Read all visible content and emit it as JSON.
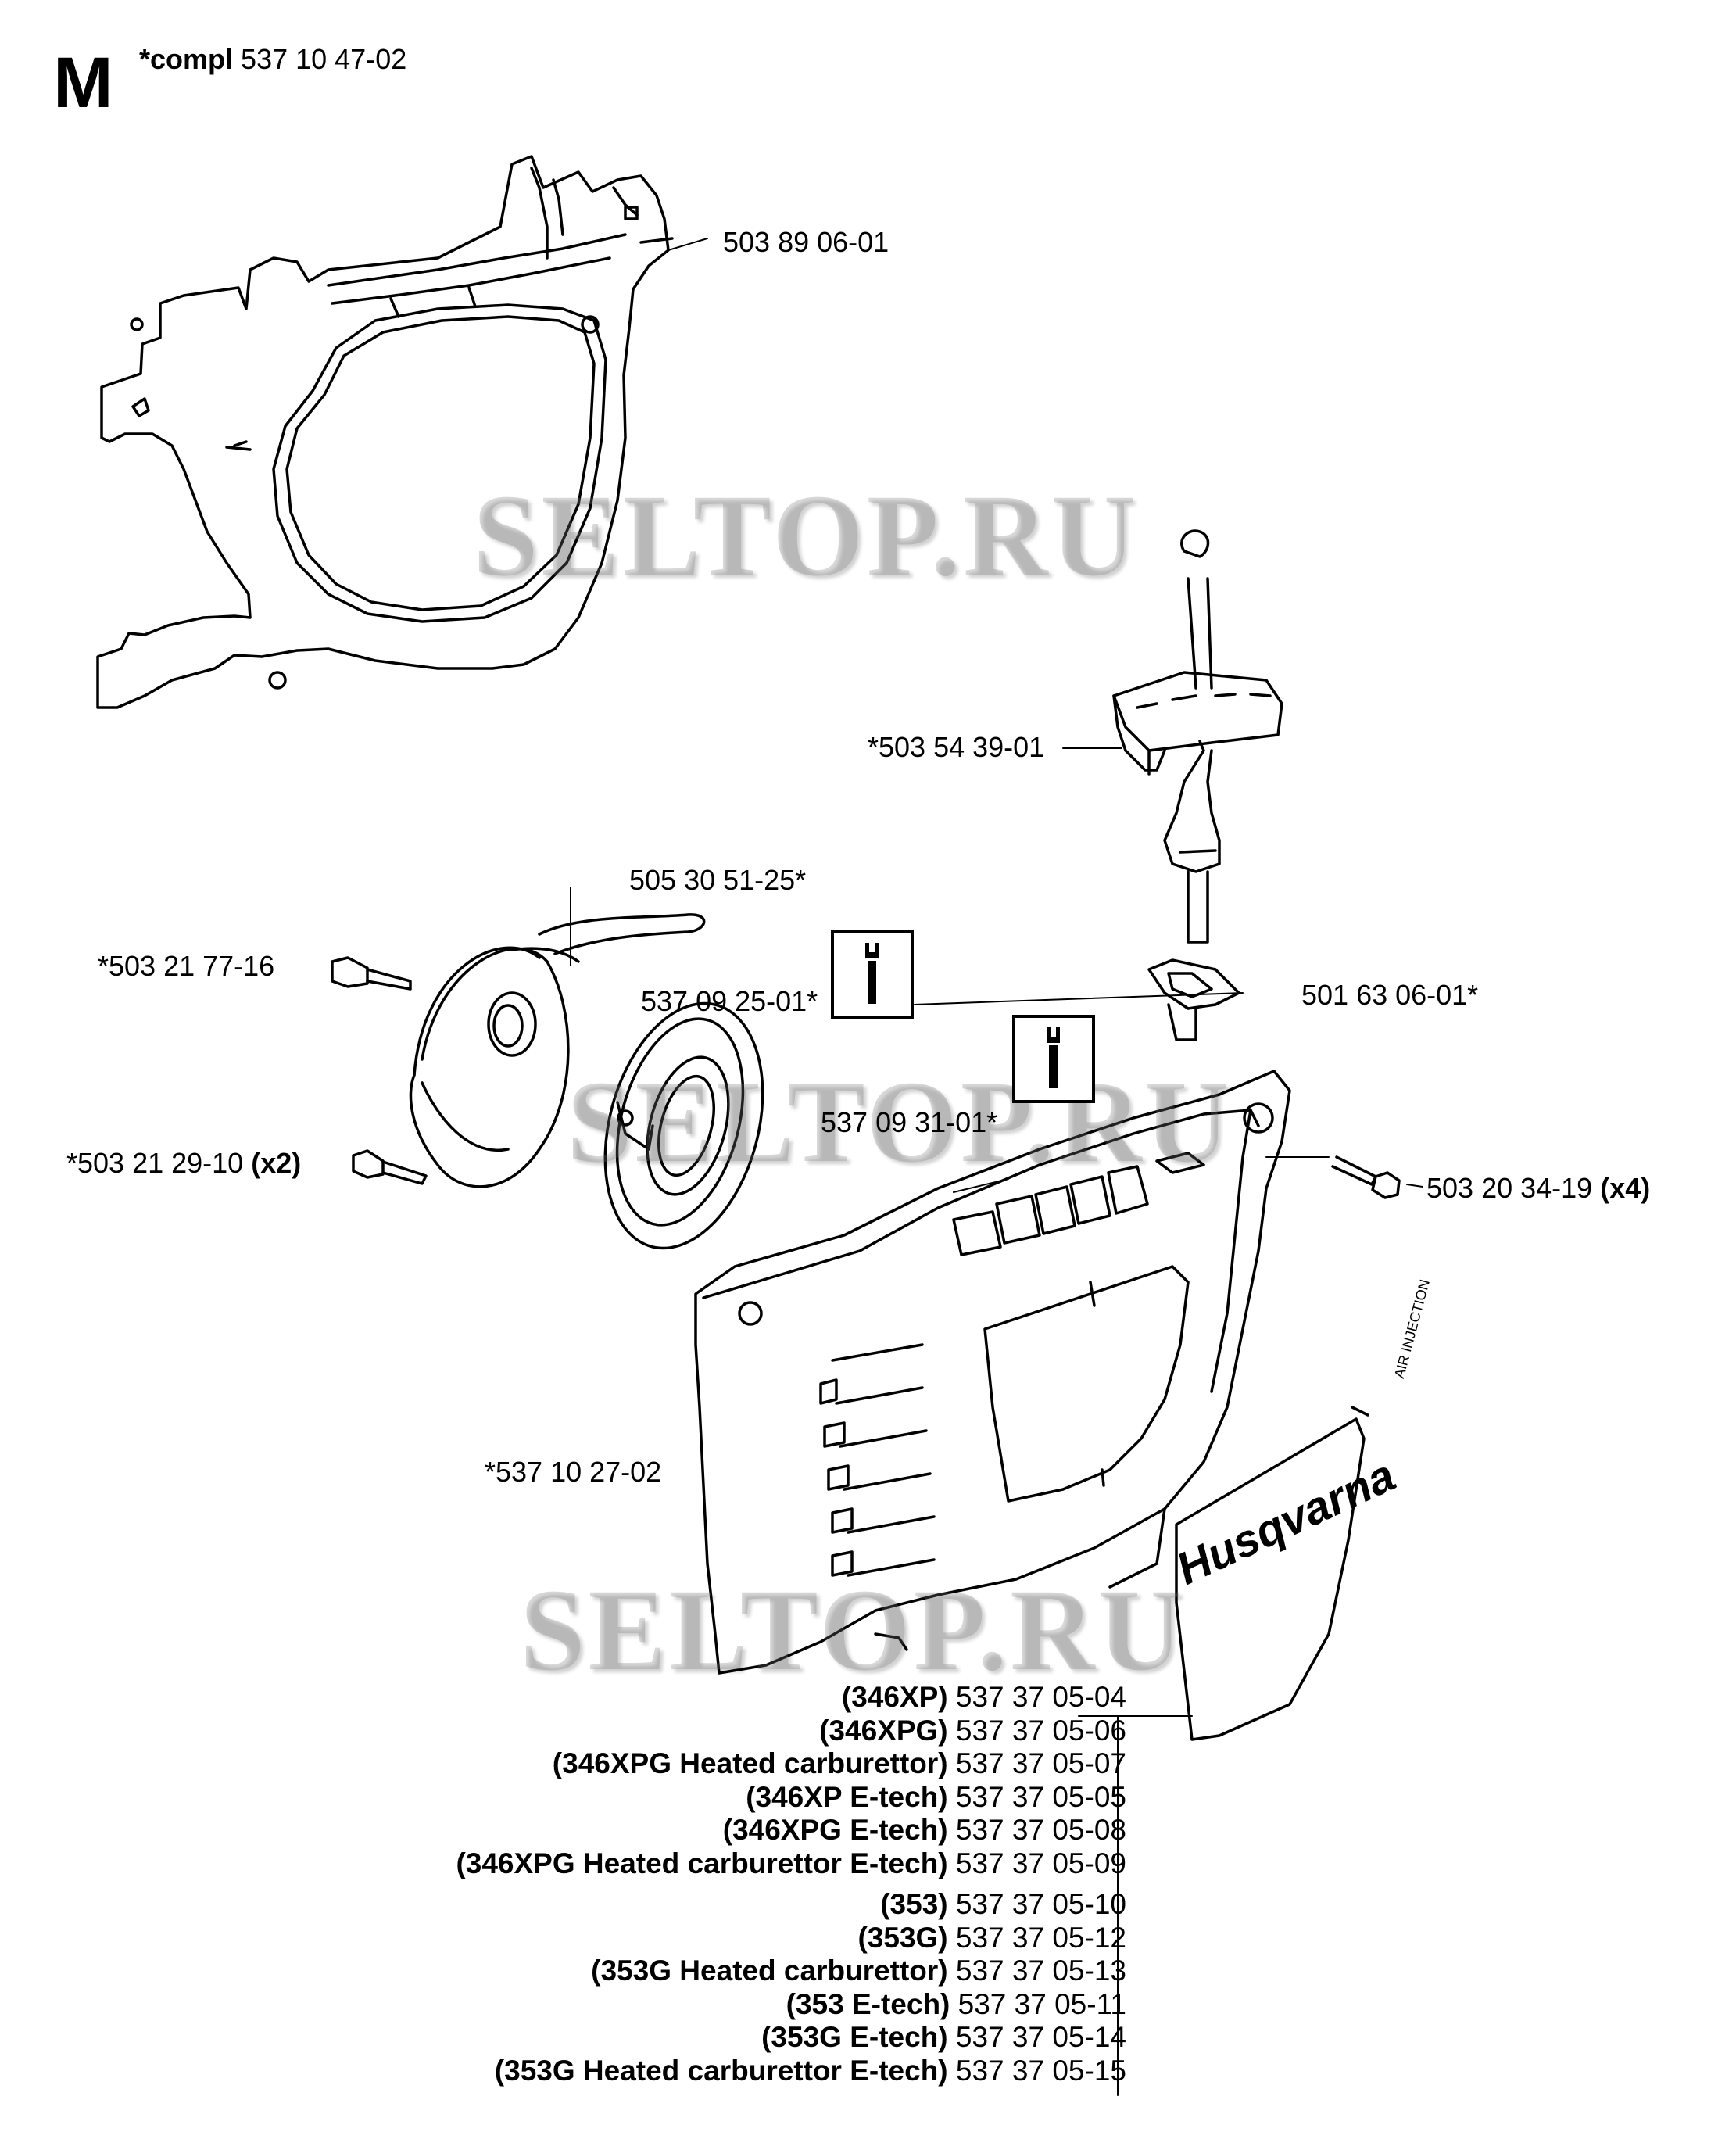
{
  "section": {
    "letter": "M",
    "title_prefix": "*compl",
    "title_number": "537 10 47-02"
  },
  "watermark": "SELTOP.RU",
  "labels": {
    "frame": "503 89 06-01",
    "handle": "*503 54 39-01",
    "rope": "505 30 51-25*",
    "screw_pulley": "*503 21 77-16",
    "pulley": "537 09 25-01*",
    "spring": "537 09 31-01*",
    "guide": "501 63 06-01*",
    "screw_spring": "*503 21 29-10",
    "screw_spring_qty": "(x2)",
    "screw_cover": "503 20 34-19",
    "screw_cover_qty": "(x4)",
    "cover": "*537 10 27-02"
  },
  "decal": {
    "brand": "Husqvarna",
    "tag": "AIR INJECTION"
  },
  "models": [
    {
      "model": "(346XP)",
      "number": "537 37 05-04"
    },
    {
      "model": "(346XPG)",
      "number": "537 37 05-06"
    },
    {
      "model": "(346XPG Heated carburettor)",
      "number": "537 37 05-07"
    },
    {
      "model": "(346XP E-tech)",
      "number": "537 37 05-05"
    },
    {
      "model": "(346XPG E-tech)",
      "number": "537 37 05-08"
    },
    {
      "model": "(346XPG Heated carburettor E-tech)",
      "number": "537 37 05-09"
    },
    {
      "model": "(353)",
      "number": "537 37 05-10"
    },
    {
      "model": "(353G)",
      "number": "537 37 05-12"
    },
    {
      "model": "(353G Heated carburettor)",
      "number": "537 37 05-13"
    },
    {
      "model": "(353 E-tech)",
      "number": "537 37 05-11"
    },
    {
      "model": "(353G E-tech)",
      "number": "537 37 05-14"
    },
    {
      "model": "(353G Heated carburettor E-tech)",
      "number": "537 37 05-15"
    }
  ]
}
